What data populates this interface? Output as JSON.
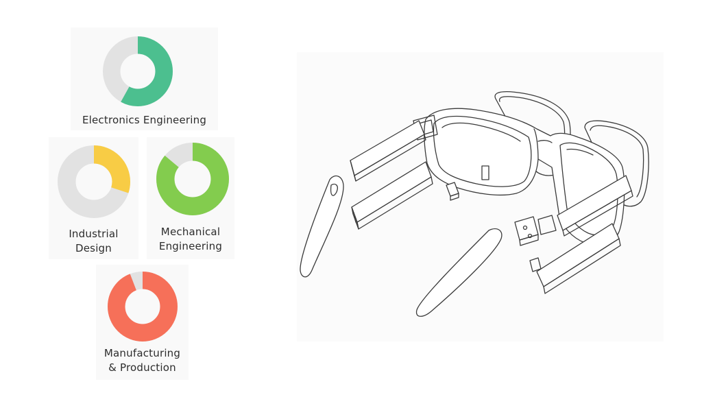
{
  "disciplines": [
    {
      "id": "electronics",
      "lines": [
        "Electronics Engineering"
      ],
      "share": 0.58,
      "start_angle_deg": 0,
      "color": "#4cbf8f",
      "track_color": "#e2e2e2"
    },
    {
      "id": "industrial",
      "lines": [
        "Industrial",
        "Design"
      ],
      "share": 0.3,
      "start_angle_deg": 0,
      "color": "#f8cc45",
      "track_color": "#e2e2e2"
    },
    {
      "id": "mechanical",
      "lines": [
        "Mechanical",
        "Engineering"
      ],
      "share": 0.86,
      "start_angle_deg": 0,
      "color": "#83cc4e",
      "track_color": "#e2e2e2"
    },
    {
      "id": "manufacturing",
      "lines": [
        "Manufacturing",
        "& Production"
      ],
      "share": 0.94,
      "start_angle_deg": 0,
      "color": "#f67059",
      "track_color": "#e2e2e2"
    }
  ],
  "drawing": {
    "subject": "smart-glasses-exploded-view"
  }
}
